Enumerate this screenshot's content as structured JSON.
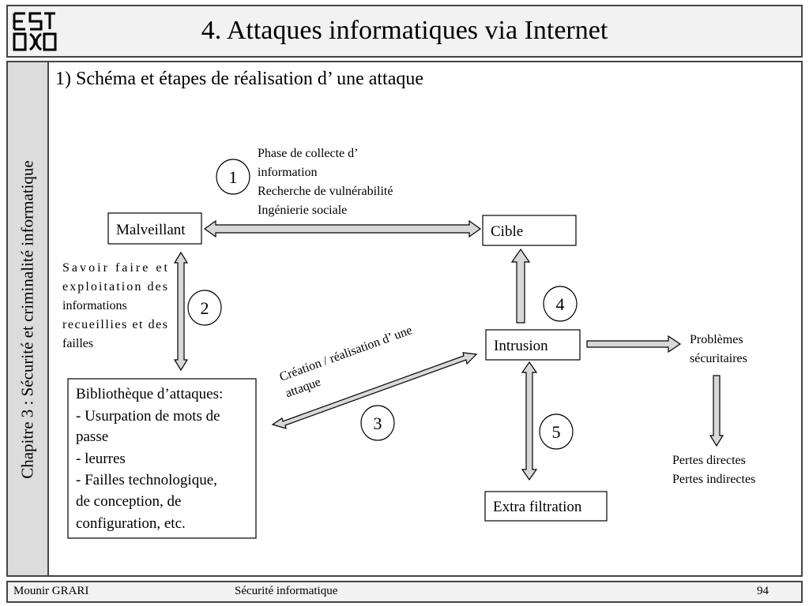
{
  "header": {
    "title": "4. Attaques informatiques via Internet",
    "logo_text": "ESTO"
  },
  "sidebar": {
    "text": "Chapitre 3 : Sécurité et criminalité informatique"
  },
  "subtitle": "1) Schéma et étapes de réalisation d’ une attaque",
  "diagram": {
    "boxes": {
      "malveillant": "Malveillant",
      "cible": "Cible",
      "intrusion": "Intrusion",
      "extra": "Extra filtration",
      "bibliotheque": [
        "Bibliothèque d’attaques:",
        "- Usurpation de mots de",
        "passe",
        "- leurres",
        "- Failles technologique,",
        "de conception, de",
        "configuration, etc."
      ]
    },
    "steps": [
      "1",
      "2",
      "3",
      "4",
      "5"
    ],
    "labels": {
      "phase1": [
        "Phase de collecte d’",
        "information",
        "Recherche de vulnérabilité",
        "Ingénierie sociale"
      ],
      "savoir": [
        "Savoir faire et",
        "exploitation des",
        "informations",
        "recueillies et des",
        "failles"
      ],
      "creation": [
        "Création / réalisation d’ une",
        "attaque"
      ],
      "problemes": [
        "Problèmes",
        "sécuritaires"
      ],
      "pertes": [
        "Pertes directes",
        "Pertes indirectes"
      ]
    }
  },
  "footer": {
    "author": "Mounir GRARI",
    "course": "Sécurité informatique",
    "page": "94"
  }
}
